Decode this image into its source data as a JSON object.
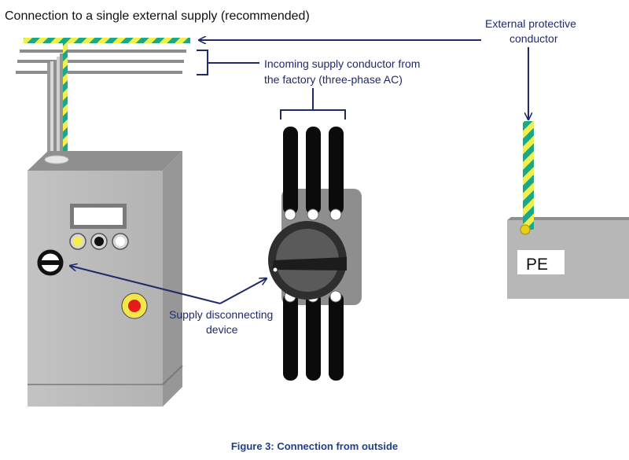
{
  "title": "Connection to a single external supply (recommended)",
  "labels": {
    "external_protective_conductor": [
      "External protective",
      "conductor"
    ],
    "incoming_supply": [
      "Incoming supply conductor from",
      "the factory (three-phase AC)"
    ],
    "supply_disconnecting_device": [
      "Supply disconnecting",
      "device"
    ],
    "pe": "PE"
  },
  "caption": "Figure 3: Connection from outside",
  "colors": {
    "accent_blue": "#1f2a6b",
    "caption_blue": "#1f3f8a",
    "earth_green": "#1aa88a",
    "earth_yellow": "#f2ee4a",
    "cabinet_gray": "#b9b9b9",
    "emergency_red": "#e31b1b"
  }
}
